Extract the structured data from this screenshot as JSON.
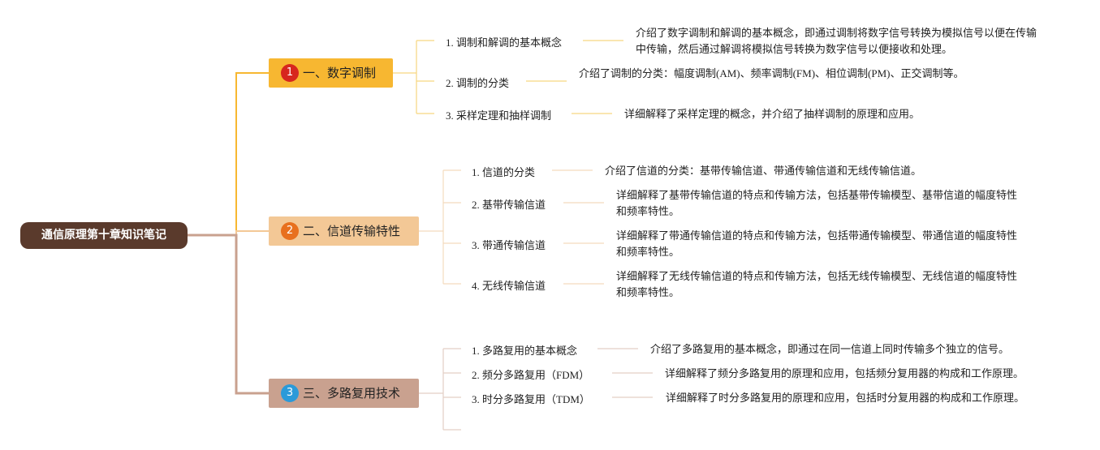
{
  "root": {
    "label": "通信原理第十章知识笔记",
    "color": "#5a3a2c"
  },
  "branches": [
    {
      "badge": "1",
      "badge_color": "#d7261e",
      "label": "一、数字调制",
      "color": "#f7b731",
      "topics": [
        {
          "label": "1. 调制和解调的基本概念",
          "desc": "介绍了数字调制和解调的基本概念，即通过调制将数字信号转换为模拟信号以便在传输中传输，然后通过解调将模拟信号转换为数字信号以便接收和处理。"
        },
        {
          "label": "2. 调制的分类",
          "desc": "介绍了调制的分类：幅度调制(AM)、频率调制(FM)、相位调制(PM)、正交调制等。"
        },
        {
          "label": "3. 采样定理和抽样调制",
          "desc": "详细解释了采样定理的概念，并介绍了抽样调制的原理和应用。"
        }
      ]
    },
    {
      "badge": "2",
      "badge_color": "#e8701e",
      "label": "二、信道传输特性",
      "color": "#f3c896",
      "topics": [
        {
          "label": "1. 信道的分类",
          "desc": "介绍了信道的分类：基带传输信道、带通传输信道和无线传输信道。"
        },
        {
          "label": "2. 基带传输信道",
          "desc": "详细解释了基带传输信道的特点和传输方法，包括基带传输模型、基带信道的幅度特性和频率特性。"
        },
        {
          "label": "3. 带通传输信道",
          "desc": "详细解释了带通传输信道的特点和传输方法，包括带通传输模型、带通信道的幅度特性和频率特性。"
        },
        {
          "label": "4. 无线传输信道",
          "desc": "详细解释了无线传输信道的特点和传输方法，包括无线传输模型、无线信道的幅度特性和频率特性。"
        }
      ]
    },
    {
      "badge": "3",
      "badge_color": "#2b9ad9",
      "label": "三、多路复用技术",
      "color": "#c9a18f",
      "topics": [
        {
          "label": "1. 多路复用的基本概念",
          "desc": "介绍了多路复用的基本概念，即通过在同一信道上同时传输多个独立的信号。"
        },
        {
          "label": "2. 频分多路复用（FDM）",
          "desc": "详细解释了频分多路复用的原理和应用，包括频分复用器的构成和工作原理。"
        },
        {
          "label": "3. 时分多路复用（TDM）",
          "desc": "详细解释了时分多路复用的原理和应用，包括时分复用器的构成和工作原理。"
        }
      ]
    }
  ]
}
